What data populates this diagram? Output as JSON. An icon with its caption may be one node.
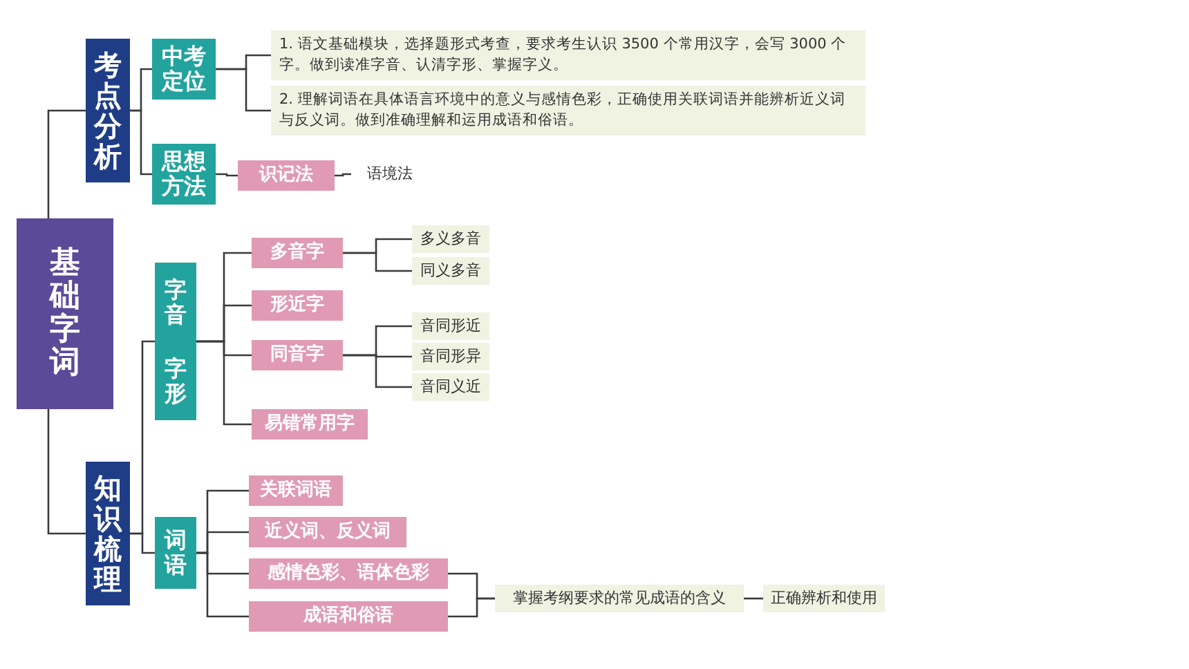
{
  "diagram": {
    "nodes": [
      {
        "text": [
          "基础字词"
        ]
      },
      {
        "text": [
          "考点分析"
        ]
      },
      {
        "text": [
          "中考定位"
        ]
      },
      {
        "text": [
          "1. 语文基础模块，选择题形式考查，要求考生认识 3500 个常用汉字，会写 3000 个字。做到读准字音、认清字形、掌握字义。"
        ]
      },
      {
        "text": [
          "2. 理解词语在具体语言环境中的意义与感情色彩，正确使用关联词语并能辨析近义词与反义词。做到准确理解和运用成语和俗语。"
        ]
      },
      {
        "text": [
          "思想方法"
        ]
      },
      {
        "text": [
          "识记法"
        ]
      },
      {
        "text": [
          "语境法"
        ]
      },
      {
        "text": [
          "知识梳理"
        ]
      },
      {
        "text": [
          "字音",
          "字形"
        ]
      },
      {
        "text": [
          "多音字"
        ]
      },
      {
        "text": [
          "形近字"
        ]
      },
      {
        "text": [
          "同音字"
        ]
      },
      {
        "text": [
          "易错常用字"
        ]
      },
      {
        "text": [
          "多义多音"
        ]
      },
      {
        "text": [
          "同义多音"
        ]
      },
      {
        "text": [
          "音同形近"
        ]
      },
      {
        "text": [
          "音同形异"
        ]
      },
      {
        "text": [
          "音同义近"
        ]
      },
      {
        "text": [
          "词语"
        ]
      },
      {
        "text": [
          "关联词语"
        ]
      },
      {
        "text": [
          "近义词、反义词"
        ]
      },
      {
        "text": [
          "感情色彩、语体色彩"
        ]
      },
      {
        "text": [
          "成语和俗语"
        ]
      },
      {
        "text": [
          "掌握考纲要求的常见成语的含义"
        ]
      },
      {
        "text": [
          "正确辨析和使用"
        ]
      }
    ],
    "edges": [
      {
        "from": 0,
        "to": 1,
        "arrow": "none"
      },
      {
        "from": 0,
        "to": 8,
        "arrow": "none"
      },
      {
        "from": 1,
        "to": 2,
        "arrow": "none"
      },
      {
        "from": 1,
        "to": 5,
        "arrow": "none"
      },
      {
        "from": 2,
        "to": 3,
        "arrow": "none"
      },
      {
        "from": 2,
        "to": 4,
        "arrow": "none"
      },
      {
        "from": 5,
        "to": 6,
        "arrow": "none"
      },
      {
        "from": 6,
        "to": 7,
        "arrow": "none"
      },
      {
        "from": 8,
        "to": 9,
        "arrow": "none"
      },
      {
        "from": 8,
        "to": 19,
        "arrow": "none"
      },
      {
        "from": 9,
        "to": 10,
        "arrow": "none"
      },
      {
        "from": 9,
        "to": 11,
        "arrow": "none"
      },
      {
        "from": 9,
        "to": 12,
        "arrow": "none"
      },
      {
        "from": 9,
        "to": 13,
        "arrow": "none"
      },
      {
        "from": 10,
        "to": 14,
        "arrow": "none"
      },
      {
        "from": 10,
        "to": 15,
        "arrow": "none"
      },
      {
        "from": 12,
        "to": 16,
        "arrow": "none"
      },
      {
        "from": 12,
        "to": 17,
        "arrow": "none"
      },
      {
        "from": 12,
        "to": 18,
        "arrow": "none"
      },
      {
        "from": 19,
        "to": 20,
        "arrow": "none"
      },
      {
        "from": 19,
        "to": 21,
        "arrow": "none"
      },
      {
        "from": 19,
        "to": 22,
        "arrow": "none"
      },
      {
        "from": 19,
        "to": 23,
        "arrow": "none"
      },
      {
        "from": 22,
        "to": 24,
        "arrow": "none"
      },
      {
        "from": 23,
        "to": 24,
        "arrow": "none"
      },
      {
        "from": 24,
        "to": 25,
        "arrow": "none"
      }
    ]
  }
}
